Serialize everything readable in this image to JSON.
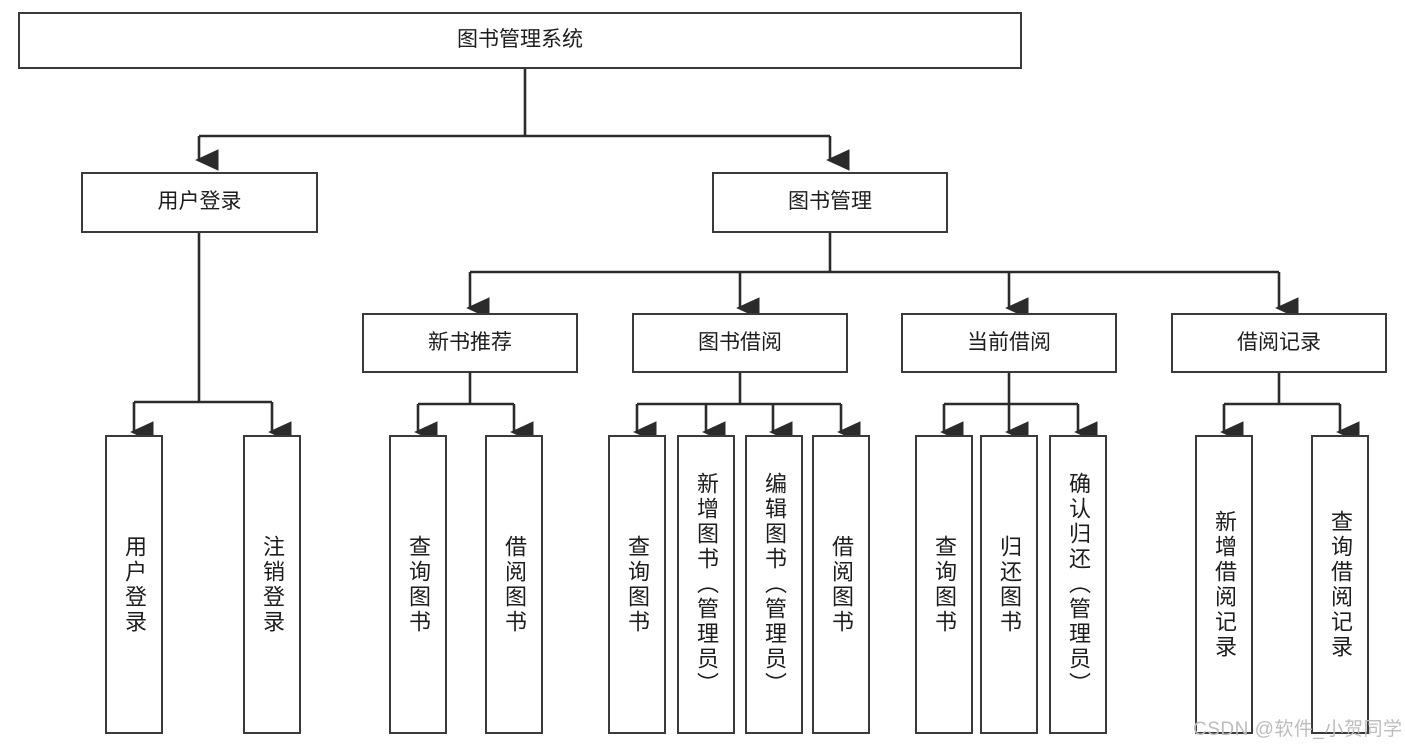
{
  "diagram": {
    "type": "tree-hierarchy-chart",
    "title": "图书管理系统",
    "orientation": "top-down",
    "colors": {
      "box_border": "#3a3a3a",
      "box_fill": "#ffffff",
      "connector": "#2b2b2b",
      "text": "#1d1d1d",
      "watermark": "#bdbdbd"
    },
    "root": {
      "label": "图书管理系统"
    },
    "level2": [
      {
        "label": "用户登录"
      },
      {
        "label": "图书管理"
      }
    ],
    "level3": [
      {
        "label": "新书推荐"
      },
      {
        "label": "图书借阅"
      },
      {
        "label": "当前借阅"
      },
      {
        "label": "借阅记录"
      }
    ],
    "leaves": [
      {
        "label": "用户登录",
        "parent": "用户登录"
      },
      {
        "label": "注销登录",
        "parent": "用户登录"
      },
      {
        "label": "查询图书",
        "parent": "新书推荐"
      },
      {
        "label": "借阅图书",
        "parent": "新书推荐"
      },
      {
        "label": "查询图书",
        "parent": "图书借阅"
      },
      {
        "label": "新增图书（管理员）",
        "parent": "图书借阅"
      },
      {
        "label": "编辑图书（管理员）",
        "parent": "图书借阅"
      },
      {
        "label": "借阅图书",
        "parent": "图书借阅"
      },
      {
        "label": "查询图书",
        "parent": "当前借阅"
      },
      {
        "label": "归还图书",
        "parent": "当前借阅"
      },
      {
        "label": "确认归还（管理员）",
        "parent": "当前借阅"
      },
      {
        "label": "新增借阅记录",
        "parent": "借阅记录"
      },
      {
        "label": "查询借阅记录",
        "parent": "借阅记录"
      }
    ]
  },
  "watermark": {
    "text": "CSDN @软件_小贺同学"
  }
}
